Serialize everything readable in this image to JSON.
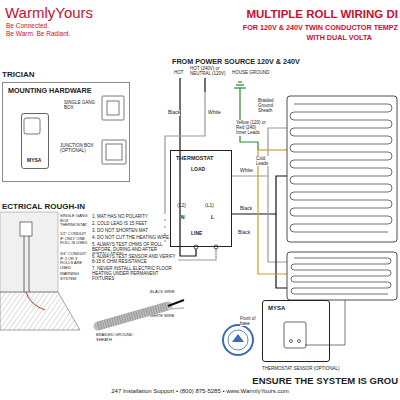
{
  "diagram": {
    "title": "MULTIPLE ROLL WIRING DI",
    "nodes": [
      {
        "text": [
          "MOUNTING HARDWARE"
        ]
      },
      {
        "text": [
          "MYSA"
        ],
        "in": 0
      },
      {
        "text": [
          "THERMOSTAT",
          "LOAD",
          "(L2)",
          "(L1)",
          "N",
          "L",
          "LINE"
        ]
      },
      {
        "text": [
          "MYSA"
        ]
      }
    ],
    "labels": [
      "WarmlyYours",
      "Be Connected.",
      "Be Warm. Be Radiant.",
      "FOR 120V & 240V TWIN CONDUCTOR TEMPZ",
      "WITH DUAL VOLTA",
      "TRICIAN",
      "SINGLE GANG BOX",
      "JUNCTION BOX (OPTIONAL)",
      "ECTRICAL ROUGH-IN",
      "1. MAT HAS NO POLARITY",
      "2. COLD LEAD IS 15 FEET",
      "3. DO NOT SHORTEN MAT",
      "4. DO NOT CUT THE HEATING WIRE",
      "5. ALWAYS TEST OHMS OF ROLL BEFORE, DURING AND AFTER INSTALLATION",
      "6. ALWAYS TEST SENSOR AND VERIFY 8-15 K OHM RESISTANCE",
      "7. NEVER INSTALL ELECTRIC FLOOR HEATING UNDER PERMANENT FIXTURES",
      "SINGLE GANG BOX THERMOSTAT",
      "1/2\" CONDUIT IF ONLY ONE ROLL IS USED",
      "3/4\" CONDUIT IF 2 OR 3 ROLLS ARE USED",
      "WARNING SYSTEM",
      "BLACK WIRE",
      "WHITE WIRE",
      "BRAIDED GROUND SHEATH",
      "FROM POWER SOURCE 120V & 240V",
      "HOT",
      "HOT (240V) or NEUTRAL (120V)",
      "HOUSE GROUND",
      "Black",
      "White",
      "Yellow (120) or Red (240) Inner Leads",
      "Braided Ground Sheath",
      "Cold Leads",
      "White",
      "Black",
      "Black",
      "Front of base",
      "THERMOSTAT SENSOR (OPTIONAL)",
      "ENSURE THE SYSTEM IS GROU",
      "247 Installation Support • (800) 875-5285 • www.WarmlyYours.com"
    ]
  }
}
